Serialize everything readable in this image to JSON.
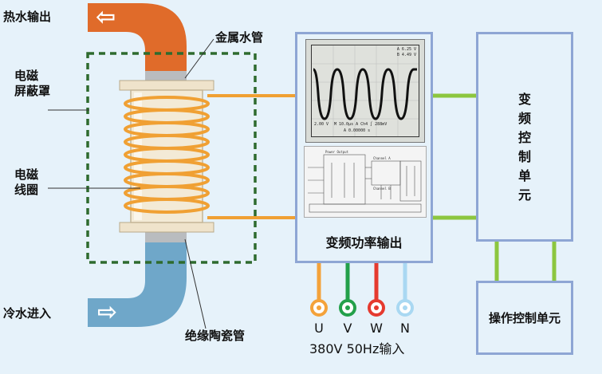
{
  "labels": {
    "hot_water_out": "热水输出",
    "metal_pipe": "金属水管",
    "shield": "电磁\n屏蔽罩",
    "coil": "电磁\n线圈",
    "cold_water_in": "冷水进入",
    "ceramic_pipe": "绝缘陶瓷管"
  },
  "inverter": {
    "title": "变频功率输出",
    "scope_readouts": [
      "A  6.25 V",
      "B  4.49 V",
      "2.00 V",
      "M 10.0µs  A  Ch4 ∫ 288mV",
      "A  0.00000 s"
    ],
    "schematic_labels": [
      "Power Output",
      "Channel A",
      "Channel B"
    ]
  },
  "control_unit": {
    "label": "变\n频\n控\n制\n单\n元"
  },
  "operation_unit": {
    "label": "操作控制单元"
  },
  "phases": [
    {
      "name": "U",
      "color": "#f4a23a"
    },
    {
      "name": "V",
      "color": "#23a04a"
    },
    {
      "name": "W",
      "color": "#e53a2f"
    },
    {
      "name": "N",
      "color": "#a9d8f2"
    }
  ],
  "power_input": "380V 50Hz输入",
  "colors": {
    "hot_pipe": "#e06b2a",
    "cold_pipe": "#6fa7c9",
    "coil": "#f0a033",
    "shield": "#2e6b2e",
    "box_border": "#8ea6d4",
    "signal_line": "#8cc63f"
  }
}
